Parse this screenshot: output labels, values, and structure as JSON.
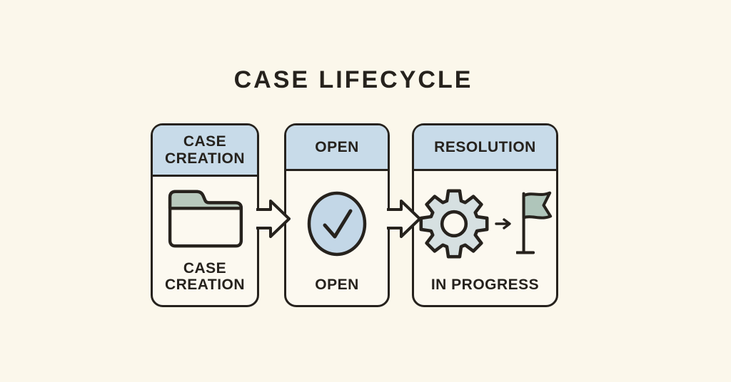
{
  "title": "CASE LIFECYCLE",
  "stages": [
    {
      "header": "CASE CREATION",
      "label": "CASE CREATION",
      "icon": "folder-icon"
    },
    {
      "header": "OPEN",
      "label": "OPEN",
      "icon": "check-circle-icon"
    },
    {
      "header": "RESOLUTION",
      "label": "IN PROGRESS",
      "icon": "gear-to-flag-icons"
    }
  ],
  "connectors": [
    "block-arrow-right",
    "block-arrow-right"
  ],
  "colors": {
    "background": "#fbf7eb",
    "card_fill": "#fcf9f0",
    "header_fill": "#c8dbe9",
    "outline": "#26221d",
    "text": "#26221d",
    "folder_tab": "#b8c9bd",
    "check_fill": "#c3d7e7",
    "gear_fill": "#d6e0e1",
    "flag_fill": "#afc5ba"
  }
}
